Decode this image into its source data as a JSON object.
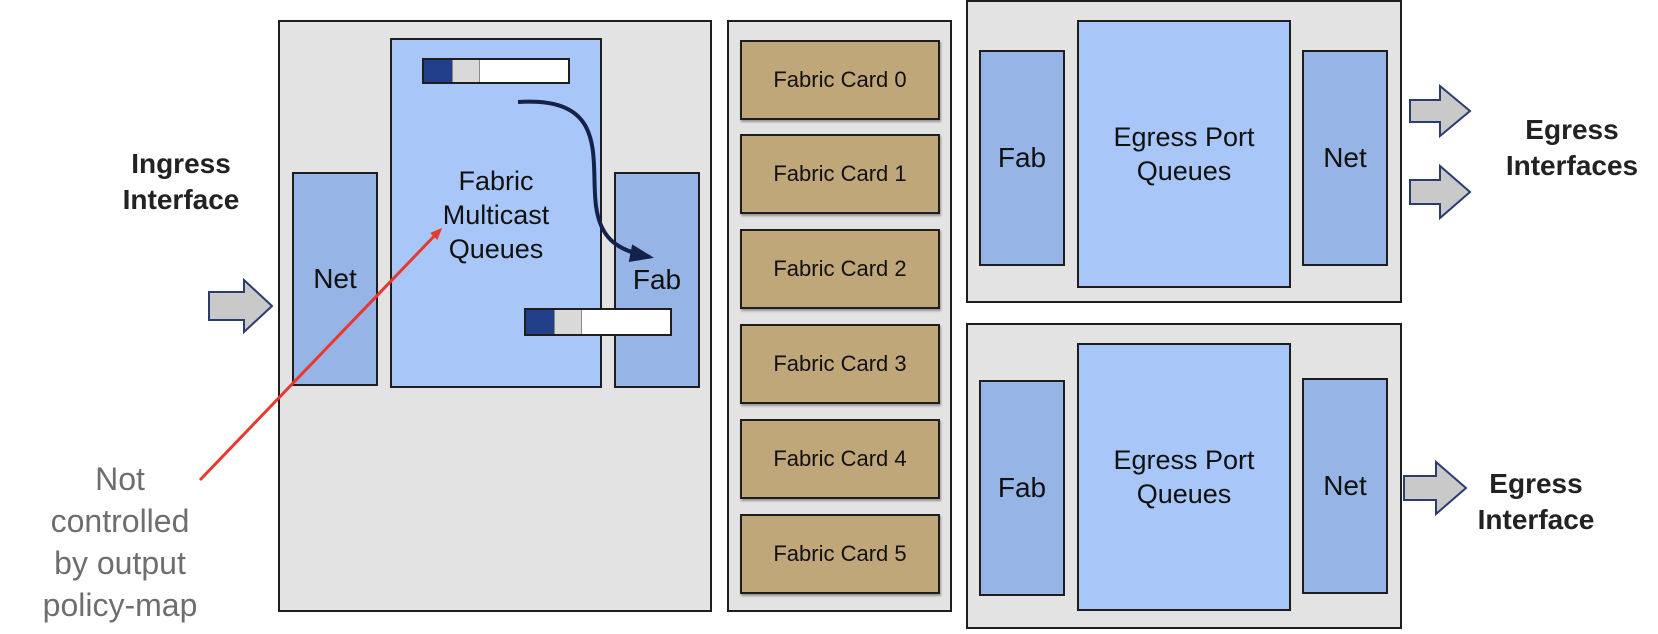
{
  "ingress": {
    "label_line1": "Ingress",
    "label_line2": "Interface",
    "net_label": "Net",
    "fabric_queues_line1": "Fabric",
    "fabric_queues_line2": "Multicast",
    "fabric_queues_line3": "Queues",
    "fab_label": "Fab"
  },
  "note": {
    "line1": "Not",
    "line2": "controlled",
    "line3": "by output",
    "line4": "policy-map"
  },
  "fabric_cards": [
    "Fabric Card 0",
    "Fabric Card 1",
    "Fabric Card 2",
    "Fabric Card 3",
    "Fabric Card 4",
    "Fabric Card 5"
  ],
  "egress_top": {
    "fab_label": "Fab",
    "queues_line1": "Egress Port",
    "queues_line2": "Queues",
    "net_label": "Net",
    "interface_line1": "Egress",
    "interface_line2": "Interfaces"
  },
  "egress_bottom": {
    "fab_label": "Fab",
    "queues_line1": "Egress Port",
    "queues_line2": "Queues",
    "net_label": "Net",
    "interface_line1": "Egress",
    "interface_line2": "Interface"
  },
  "colors": {
    "panel": "#e3e3e3",
    "net_fab_block": "#96b4e6",
    "queue_block": "#a8c6f8",
    "fabric_card": "#bfa77a",
    "annotation_arrow": "#e8392f",
    "flow_arrow": "#14224a",
    "io_arrow_fill": "#c9c9c9",
    "io_arrow_stroke": "#2a3d6e",
    "queue_head": "#223f8a"
  }
}
